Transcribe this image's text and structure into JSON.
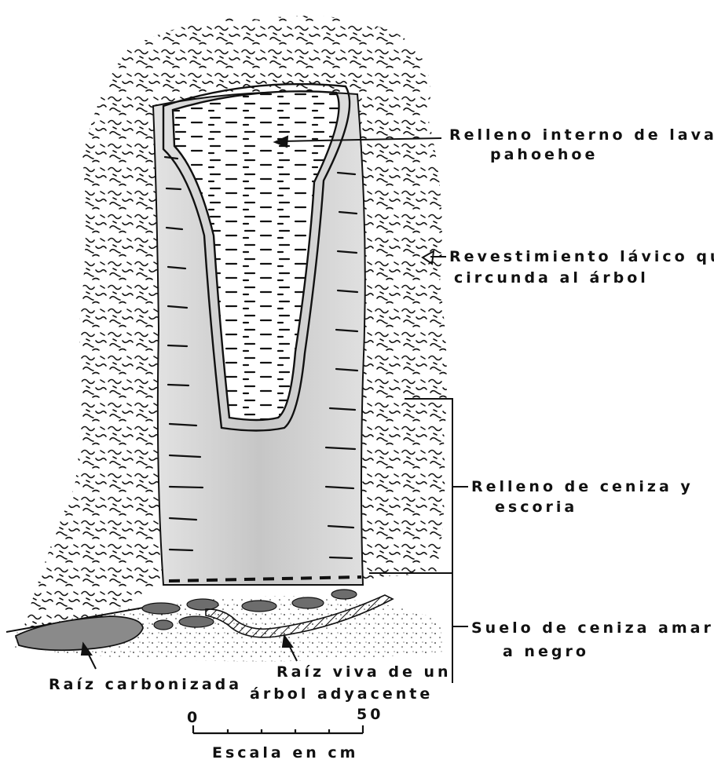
{
  "labels": {
    "inner_fill_line1": "Relleno interno de lava",
    "inner_fill_line2": "pahoehoe",
    "coating_line1": "Revestimiento lávico que",
    "coating_line2": "circunda al árbol",
    "ash_fill_line1": "Relleno de ceniza y",
    "ash_fill_line2": "escoria",
    "soil_line1": "Suelo de ceniza amarilla",
    "soil_line2": "a negro",
    "charred_root": "Raíz carbonizada",
    "live_root_line1": "Raíz viva de un",
    "live_root_line2": "árbol adyacente",
    "scale_start": "0",
    "scale_end": "50",
    "scale_caption": "Escala en cm"
  },
  "colors": {
    "ink": "#111111",
    "shading": "#c9c9c9",
    "paper": "#ffffff"
  }
}
